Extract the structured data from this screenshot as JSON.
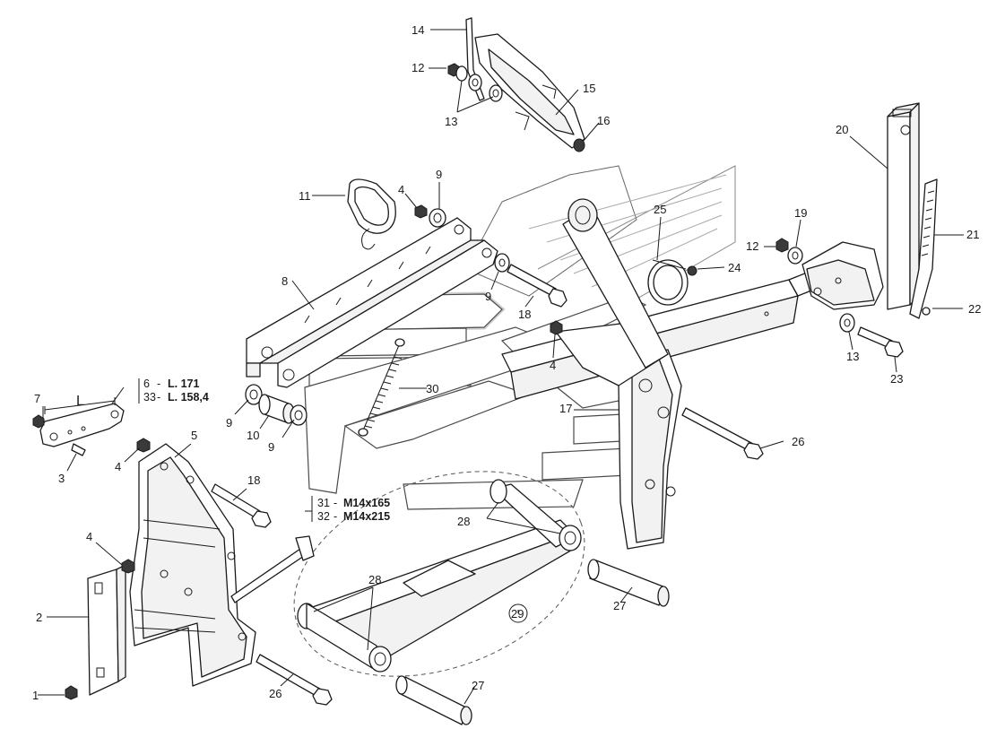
{
  "callouts": {
    "c1": "1",
    "c2": "2",
    "c3": "3",
    "c4a": "4",
    "c4b": "4",
    "c4c": "4",
    "c5": "5",
    "c7": "7",
    "c8": "8",
    "c9a": "9",
    "c9b": "9",
    "c9c": "9",
    "c9d": "9",
    "c10": "10",
    "c11": "11",
    "c12a": "12",
    "c12b": "12",
    "c13a": "13",
    "c13b": "13",
    "c14": "14",
    "c15": "15",
    "c16": "16",
    "c17": "17",
    "c18a": "18",
    "c18b": "18",
    "c19": "19",
    "c20": "20",
    "c21": "21",
    "c22": "22",
    "c23": "23",
    "c24": "24",
    "c25": "25",
    "c26a": "26",
    "c26b": "26",
    "c27a": "27",
    "c27b": "27",
    "c28a": "28",
    "c28b": "28",
    "c29": "29",
    "c30": "30"
  },
  "dimension_label": "L",
  "spec_table_1": {
    "row1_id": "6",
    "row1_sep": "-",
    "row1_val": "L. 171",
    "row2_id": "33",
    "row2_sep": "-",
    "row2_val": "L. 158,4"
  },
  "spec_table_2": {
    "row1_id": "31",
    "row1_sep": "-",
    "row1_val": "M14x165",
    "row2_id": "32",
    "row2_sep": "-",
    "row2_val": "M14x215"
  }
}
